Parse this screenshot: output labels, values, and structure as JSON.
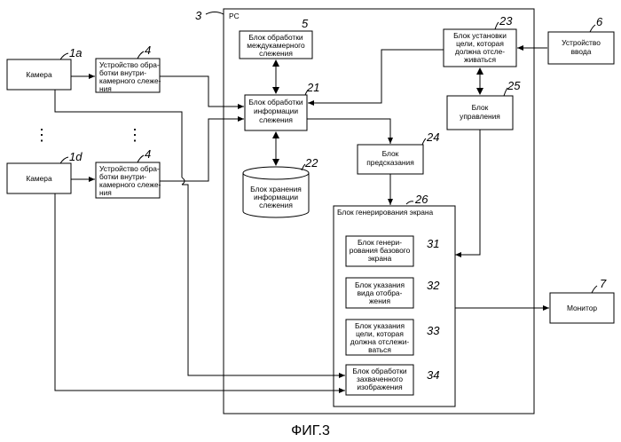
{
  "title": "ФИГ.3",
  "pc": {
    "label": "PC",
    "ref": "3"
  },
  "camera_a": {
    "label": "Камера",
    "ref": "1a"
  },
  "camera_d": {
    "label": "Камера",
    "ref": "1d"
  },
  "intra_a": {
    "lines": [
      "Устройство обра-",
      "ботки внутри-",
      "камерного слеже-",
      "ния"
    ],
    "ref": "4"
  },
  "intra_d": {
    "lines": [
      "Устройство обра-",
      "ботки внутри-",
      "камерного слеже-",
      "ния"
    ],
    "ref": "4"
  },
  "inter_cam": {
    "lines": [
      "Блок обработки",
      "междукамерного",
      "слежения"
    ],
    "ref": "5"
  },
  "info_proc": {
    "lines": [
      "Блок обработки",
      "информации",
      "слежения"
    ],
    "ref": "21"
  },
  "storage": {
    "lines": [
      "Блок хранения",
      "информации",
      "слежения"
    ],
    "ref": "22"
  },
  "target_set": {
    "lines": [
      "Блок установки",
      "цели, которая",
      "должна отсле-",
      "живаться"
    ],
    "ref": "23"
  },
  "input_dev": {
    "lines": [
      "Устройство",
      "ввода"
    ],
    "ref": "6"
  },
  "control": {
    "lines": [
      "Блок",
      "управления"
    ],
    "ref": "25"
  },
  "predict": {
    "lines": [
      "Блок",
      "предсказания"
    ],
    "ref": "24"
  },
  "screen_gen": {
    "label": "Блок генерирования экрана",
    "ref": "26"
  },
  "base_screen": {
    "lines": [
      "Блок генери-",
      "рования базового",
      "экрана"
    ],
    "ref": "31"
  },
  "view_spec": {
    "lines": [
      "Блок указания",
      "вида отобра-",
      "жения"
    ],
    "ref": "32"
  },
  "target_spec": {
    "lines": [
      "Блок указания",
      "цели, которая",
      "должна отслежи-",
      "ваться"
    ],
    "ref": "33"
  },
  "captured": {
    "lines": [
      "Блок обработки",
      "захваченного",
      "изображения"
    ],
    "ref": "34"
  },
  "monitor": {
    "label": "Монитор",
    "ref": "7"
  },
  "ellipsis": "⋮"
}
